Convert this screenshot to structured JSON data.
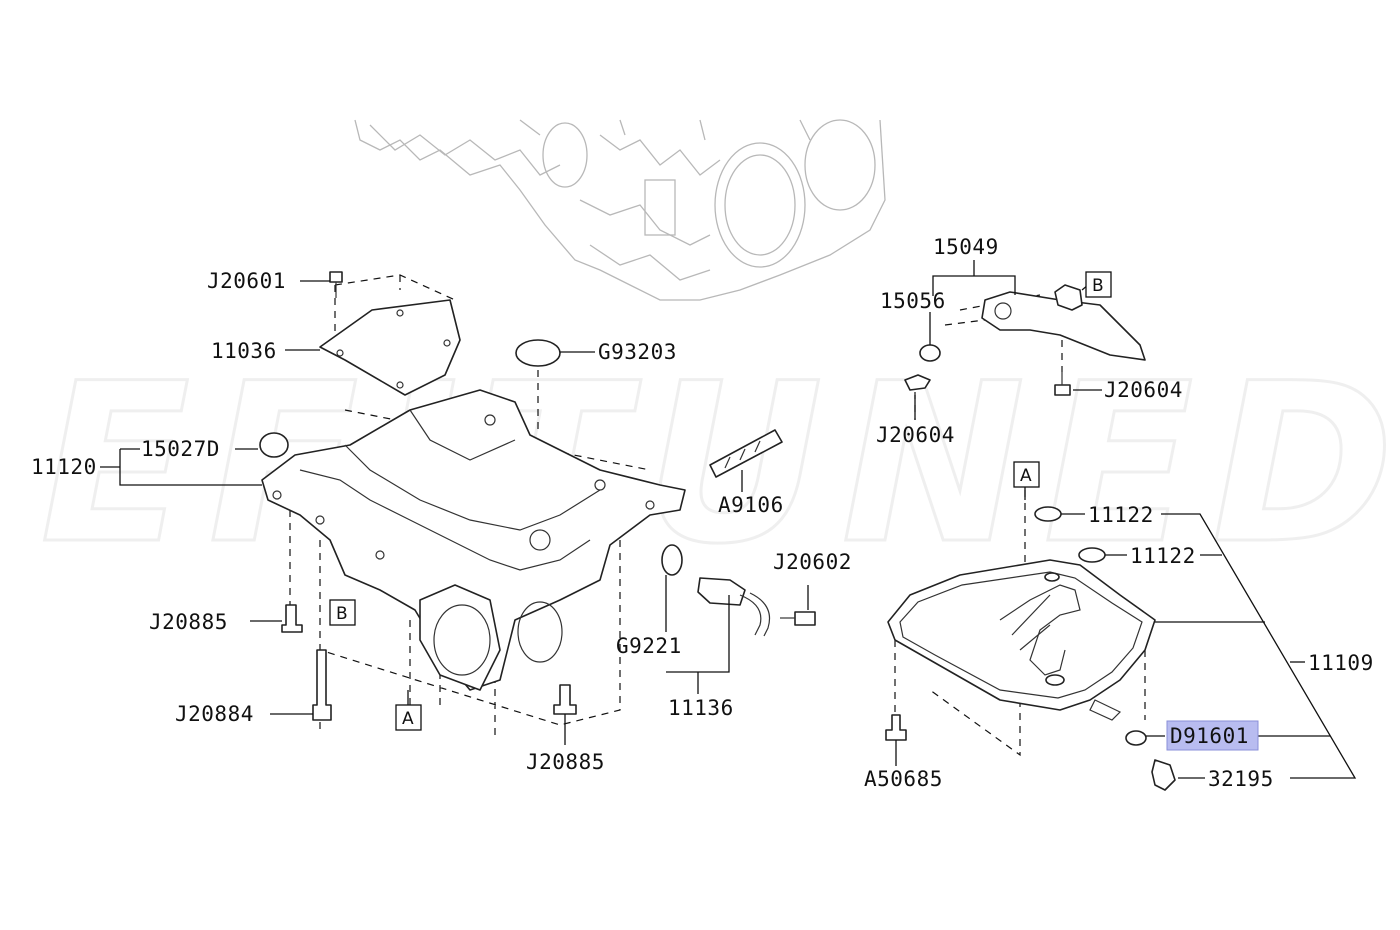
{
  "diagram": {
    "watermark": "EFITUNED",
    "highlight_color": "#b8bcf0",
    "callouts": {
      "p15049": "15049",
      "p15056": "15056",
      "p20604a": "J20604",
      "p20604b": "J20604",
      "p20601": "J20601",
      "p11036": "11036",
      "g93203": "G93203",
      "p11120": "11120",
      "p15027": "15027D",
      "a9106": "A9106",
      "p20602": "J20602",
      "g9221": "G9221",
      "p11136": "11136",
      "p20885a": "J20885",
      "p20885b": "J20885",
      "p20884": "J20884",
      "p11122a": "11122",
      "p11122b": "11122",
      "p11109": "11109",
      "d91601": "D91601",
      "p32195": "32195",
      "a50685": "A50685"
    },
    "refs": {
      "b_top": "B",
      "b_left": "B",
      "a_left": "A",
      "a_right": "A"
    }
  }
}
